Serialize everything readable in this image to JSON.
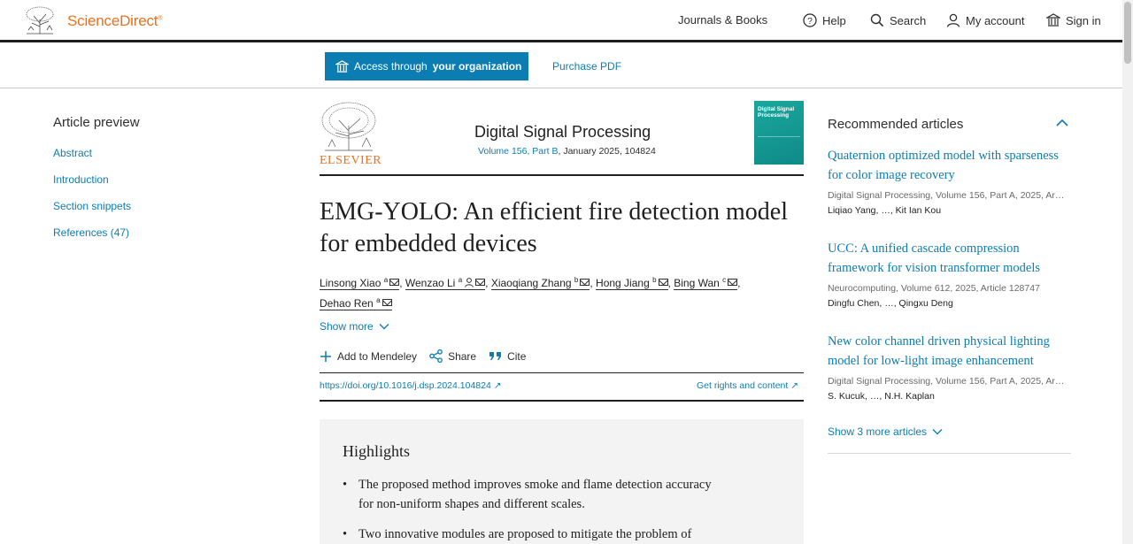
{
  "header": {
    "brand": "ScienceDirect",
    "brand_mark": "®",
    "nav": {
      "journals": "Journals & Books",
      "help": "Help",
      "search": "Search",
      "account": "My account",
      "signin": "Sign in"
    }
  },
  "access": {
    "button_prefix": "Access through",
    "button_bold": "your organization",
    "purchase": "Purchase PDF"
  },
  "sidebar": {
    "title": "Article preview",
    "items": [
      {
        "label": "Abstract"
      },
      {
        "label": "Introduction"
      },
      {
        "label": "Section snippets"
      },
      {
        "label": "References (47)"
      }
    ]
  },
  "journal": {
    "publisher": "ELSEVIER",
    "name": "Digital Signal Processing",
    "volume_link": "Volume 156, Part B",
    "issue_rest": ", January 2025, 104824",
    "cover_text": "Digital Signal Processing"
  },
  "article": {
    "title": "EMG-YOLO: An efficient fire detection model for embedded devices",
    "authors": [
      {
        "name": "Linsong Xiao",
        "aff": "a"
      },
      {
        "name": "Wenzao Li",
        "aff": "a"
      },
      {
        "name": "Xiaoqiang Zhang",
        "aff": "b"
      },
      {
        "name": "Hong Jiang",
        "aff": "b"
      },
      {
        "name": "Bing Wan",
        "aff": "c"
      },
      {
        "name": "Dehao Ren",
        "aff": "a"
      }
    ],
    "show_more": "Show more",
    "actions": {
      "mendeley": "Add to Mendeley",
      "share": "Share",
      "cite": "Cite"
    },
    "doi": "https://doi.org/10.1016/j.dsp.2024.104824",
    "rights": "Get rights and content"
  },
  "highlights": {
    "title": "Highlights",
    "items": [
      "The proposed method improves smoke and flame detection accuracy for non-uniform shapes and different scales.",
      "Two innovative modules are proposed to mitigate the problem of"
    ]
  },
  "recommended": {
    "title": "Recommended articles",
    "items": [
      {
        "title": "Quaternion optimized model with sparseness for color image recovery",
        "meta": "Digital Signal Processing, Volume 156, Part A, 2025, Ar…",
        "authors": "Liqiao Yang, …, Kit Ian Kou"
      },
      {
        "title": "UCC: A unified cascade compression framework for vision transformer models",
        "meta": "Neurocomputing, Volume 612, 2025, Article 128747",
        "authors": "Dingfu Chen, …, Qingxu Deng"
      },
      {
        "title": "New color channel driven physical lighting model for low-light image enhancement",
        "meta": "Digital Signal Processing, Volume 156, Part A, 2025, Ar…",
        "authors": "S. Kucuk, …, N.H. Kaplan"
      }
    ],
    "show_more": "Show 3 more articles"
  },
  "colors": {
    "brand_orange": "#e9711c",
    "link_blue": "#0c7db3",
    "cover_teal": "#1aa79d"
  }
}
